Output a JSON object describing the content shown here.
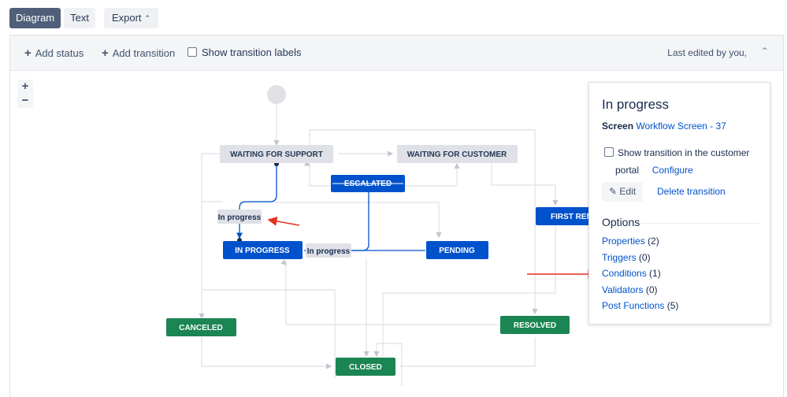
{
  "tabs": [
    {
      "label": "Diagram"
    },
    {
      "label": "Text"
    },
    {
      "label": "Export"
    }
  ],
  "toolbar": {
    "add_status": "Add status",
    "add_transition": "Add transition",
    "show_labels": "Show transition labels",
    "last_edited": "Last edited by you,"
  },
  "zoom": {
    "in": "+",
    "out": "−"
  },
  "diagram": {
    "statuses": {
      "waiting_support": "WAITING FOR SUPPORT",
      "waiting_customer": "WAITING FOR CUSTOMER",
      "escalated": "ESCALATED",
      "first_response": "FIRST REM",
      "in_progress": "IN PROGRESS",
      "pending": "PENDING",
      "canceled": "CANCELED",
      "resolved": "RESOLVED",
      "closed": "CLOSED"
    },
    "transition_labels": {
      "label_1": "In progress",
      "label_2": "In progress"
    },
    "colors": {
      "blue": "#0052cc",
      "green": "#1b8553",
      "gray": "#dfe1e6",
      "annotation": "#e5311b"
    }
  },
  "panel": {
    "title": "In progress",
    "screen_label": "Screen",
    "screen_link": "Workflow Screen - 37",
    "checkbox_line1": "Show transition in the customer",
    "checkbox_line2": "portal",
    "configure": "Configure",
    "edit": "Edit",
    "delete": "Delete transition",
    "options_title": "Options",
    "options": [
      {
        "name": "Properties",
        "count": "(2)"
      },
      {
        "name": "Triggers",
        "count": "(0)"
      },
      {
        "name": "Conditions",
        "count": "(1)"
      },
      {
        "name": "Validators",
        "count": "(0)"
      },
      {
        "name": "Post Functions",
        "count": "(5)"
      }
    ]
  }
}
